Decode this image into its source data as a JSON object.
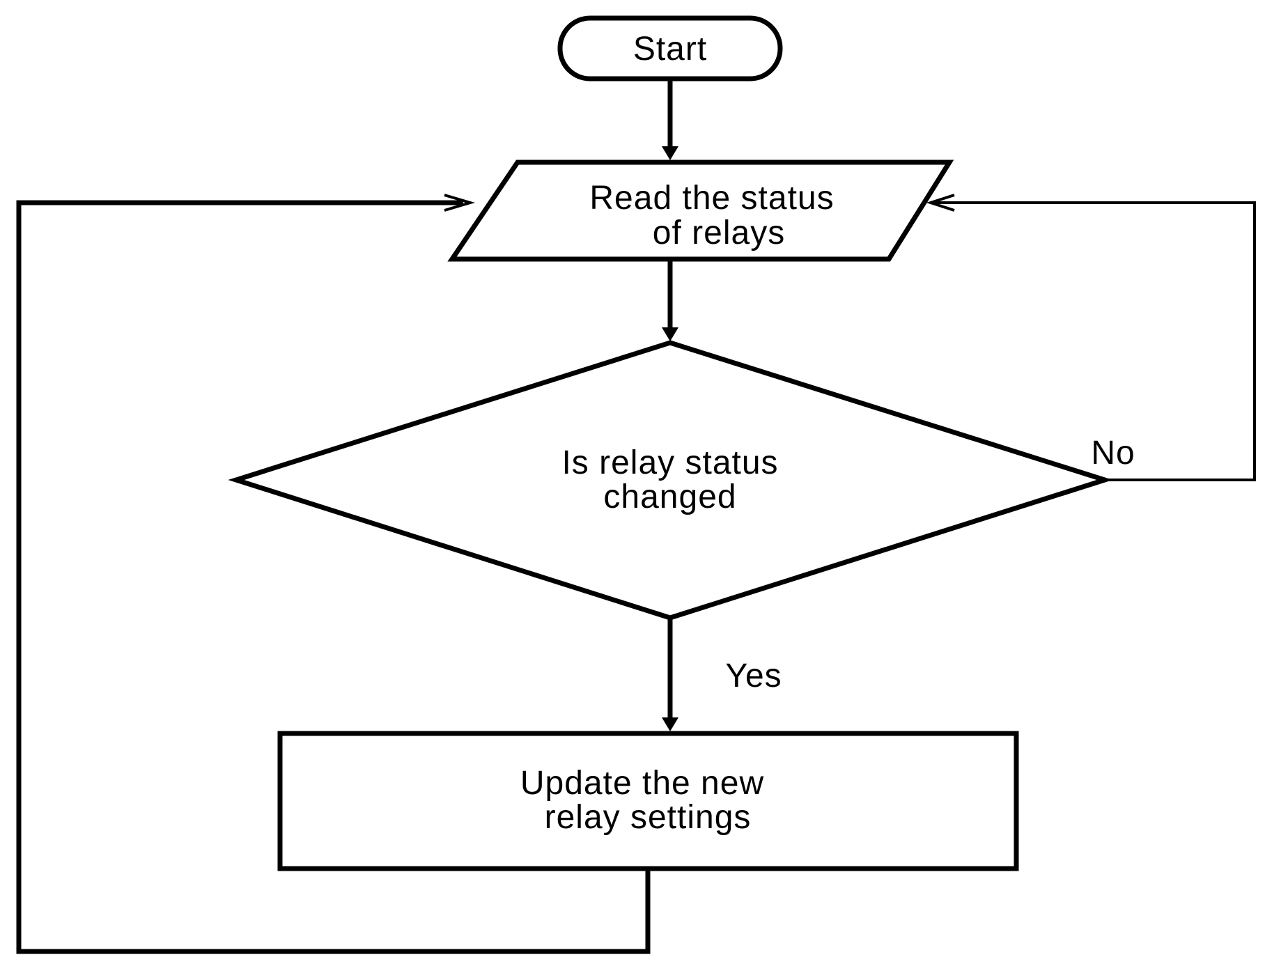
{
  "nodes": {
    "start": {
      "text": "Start"
    },
    "read": {
      "line1": "Read the status",
      "line2": "of relays"
    },
    "decision": {
      "line1": "Is relay status",
      "line2": "changed"
    },
    "update": {
      "line1": "Update the new",
      "line2": "relay settings"
    }
  },
  "edges": {
    "yes_label": "Yes",
    "no_label": "No"
  },
  "colors": {
    "stroke": "#000000",
    "background": "#ffffff"
  }
}
